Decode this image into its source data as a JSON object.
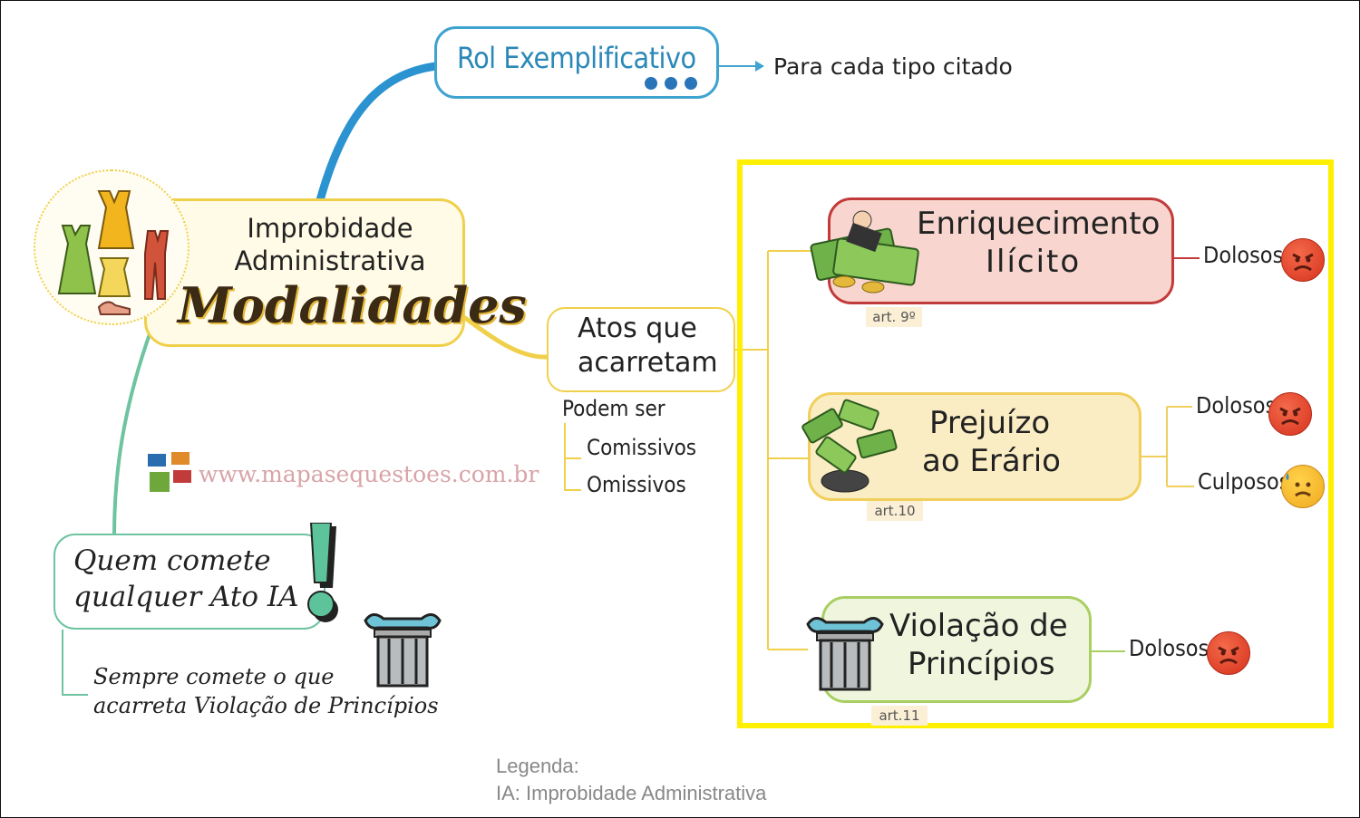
{
  "rol": {
    "title": "Rol Exemplificativo",
    "note": "Para cada tipo citado"
  },
  "main": {
    "line1": "Improbidade",
    "line2": "Administrativa",
    "line3": "Modalidades"
  },
  "atos": {
    "line1": "Atos que",
    "line2": "acarretam",
    "podem": "Podem ser",
    "comissivos": "Comissivos",
    "omissivos": "Omissivos"
  },
  "types": {
    "enriquecimento": {
      "line1": "Enriquecimento",
      "line2": "Ilícito",
      "art": "art. 9º",
      "dolosos": "Dolosos"
    },
    "prejuizo": {
      "line1": "Prejuízo",
      "line2": "ao Erário",
      "art": "art.10",
      "dolosos": "Dolosos",
      "culposos": "Culposos"
    },
    "violacao": {
      "line1": "Violação de",
      "line2": "Princípios",
      "art": "art.11",
      "dolosos": "Dolosos"
    }
  },
  "quem": {
    "line1": "Quem comete",
    "line2": "qualquer Ato IA",
    "sempre1": "Sempre comete o que",
    "sempre2": "acarreta Violação de Princípios"
  },
  "website": "www.mapasequestoes.com.br",
  "legend": {
    "title": "Legenda:",
    "entry": "IA: Improbidade Administrativa"
  },
  "colors": {
    "rol_border": "#3fa3cf",
    "main_border": "#f0d04a",
    "frame": "#ffef00",
    "enriquecimento": "#c23b3b",
    "prejuizo": "#f0cf5c",
    "violacao": "#a9cf62",
    "quem_border": "#6ec3a0"
  },
  "icons": [
    "clothes-icon",
    "money-icon",
    "money-drain-icon",
    "column-icon",
    "exclamation-icon",
    "angry-face-icon",
    "sad-face-icon",
    "website-logo-icon"
  ]
}
